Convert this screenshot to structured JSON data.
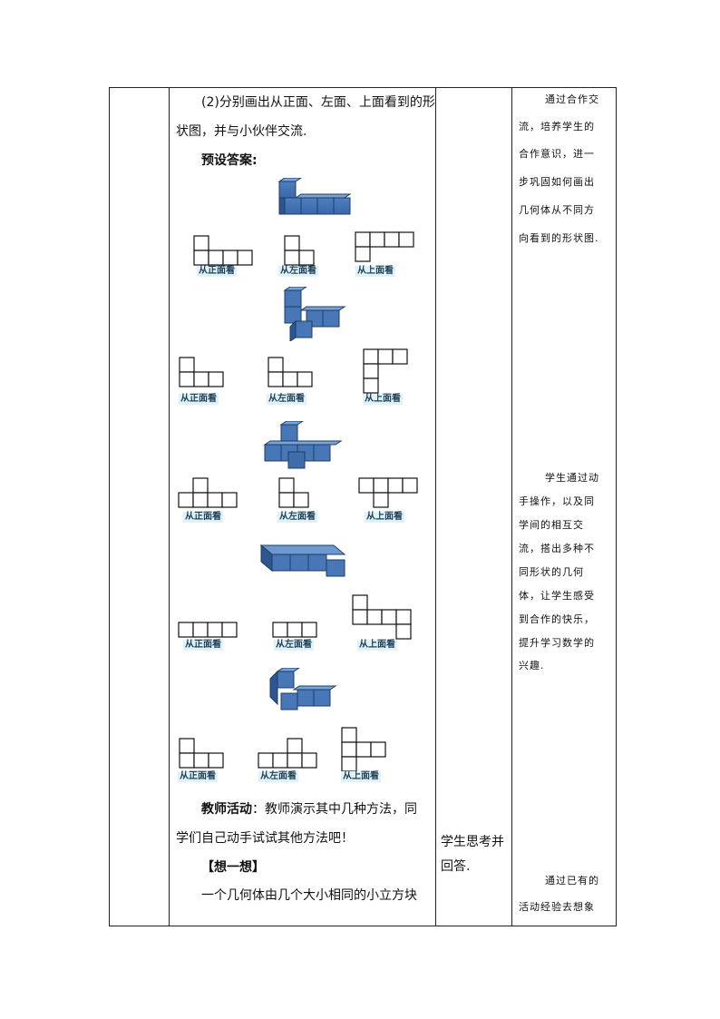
{
  "intro": {
    "line1": "(2)分别画出从正面、左面、上面看到的形",
    "line2": "状图，并与小伙伴交流."
  },
  "preset_label": "预设答案:",
  "view_labels": {
    "front": "从正面看",
    "left": "从左面看",
    "top": "从上面看"
  },
  "teacher": {
    "label": "教师活动",
    "line1": "：教师演示其中几种方法，同",
    "line2": "学们自己动手试试其他方法吧！"
  },
  "think": {
    "heading": "【想一想】",
    "line1": "一个几何体由几个大小相同的小立方块"
  },
  "student_col": {
    "line1": "学生思考并",
    "line2": "回答."
  },
  "notes": {
    "n1": [
      "通过合作交",
      "流，培养学生的",
      "合作意识，进一",
      "步巩固如何画出",
      "几何体从不同方",
      "向看到的形状图."
    ],
    "n2": [
      "学生通过动",
      "手操作，以及同",
      "学间的相互交",
      "流，搭出多种不",
      "同形状的几何",
      "体，让学生感受",
      "到合作的快乐，",
      "提升学习数学的",
      "兴趣."
    ],
    "n3": [
      "通过已有的",
      "活动经验去想象"
    ]
  }
}
